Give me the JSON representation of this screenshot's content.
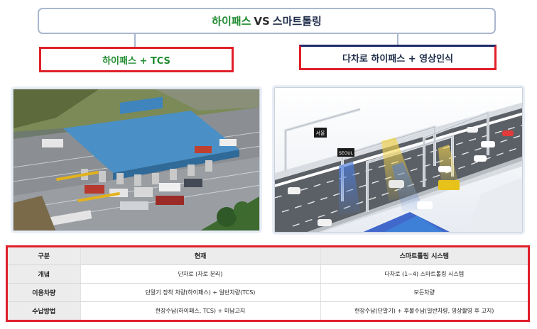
{
  "title": {
    "left": "하이패스",
    "vs": "VS",
    "right": "스마트톨링"
  },
  "left_panel": {
    "label": "하이패스 + TCS"
  },
  "right_panel": {
    "label": "다차로 하이패스 + 영상인식",
    "sign_seoul_kr": "서울",
    "sign_seoul_en": "SEOUL"
  },
  "table": {
    "headers": [
      "구분",
      "현재",
      "스마트톨링 시스템"
    ],
    "rows": [
      [
        "개념",
        "단차로 (차로 분리)",
        "다차로 (1~4) 스마트톨링 시스템"
      ],
      [
        "이용차량",
        "단말기 장착 차량(하이패스) + 일반차량(TCS)",
        "모든차량"
      ],
      [
        "수납방법",
        "현장수납(하이패스, TCS) + 미납고지",
        "현장수납(단말기) + 후불수납(일반차량, 영상촬영 후 고지)"
      ]
    ]
  },
  "colors": {
    "accent_red": "#e0202a",
    "green": "#1e8a2e",
    "navy": "#1f2d4a"
  }
}
